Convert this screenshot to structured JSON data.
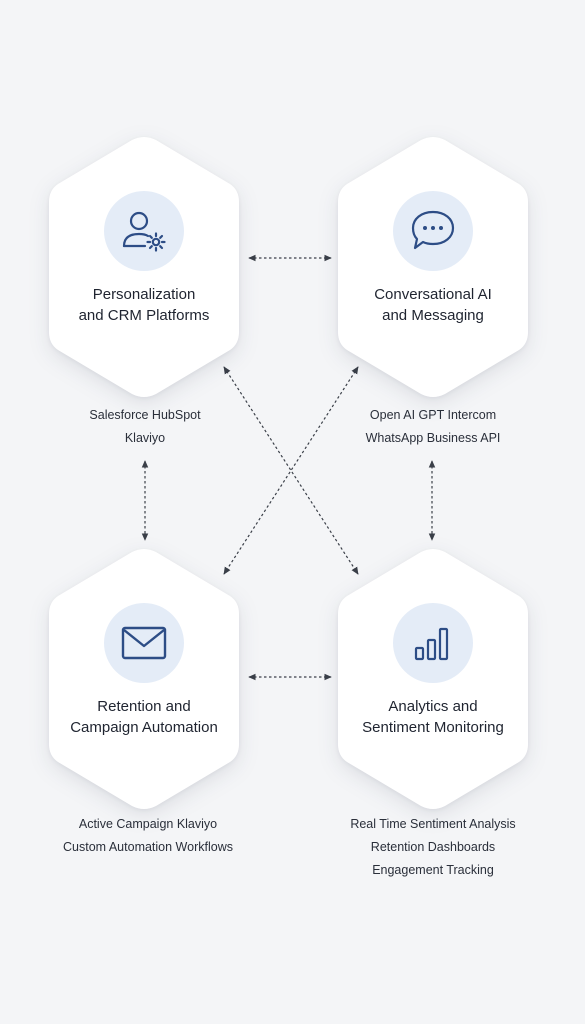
{
  "colors": {
    "accent": "#2d4d86",
    "icon_bg": "#e4ecf7",
    "background": "#f4f5f7",
    "arrow": "#3a3f48"
  },
  "nodes": [
    {
      "id": "personalization",
      "icon": "user-gear-icon",
      "title_lines": [
        "Personalization",
        "and CRM Platforms"
      ],
      "tools": [
        "Salesforce HubSpot",
        "Klaviyo"
      ]
    },
    {
      "id": "conversational",
      "icon": "chat-bubble-icon",
      "title_lines": [
        "Conversational AI",
        "and Messaging"
      ],
      "tools": [
        "Open AI GPT Intercom",
        "WhatsApp Business API"
      ]
    },
    {
      "id": "retention",
      "icon": "envelope-icon",
      "title_lines": [
        "Retention and",
        "Campaign Automation"
      ],
      "tools": [
        "Active Campaign Klaviyo",
        "Custom Automation Workflows"
      ]
    },
    {
      "id": "analytics",
      "icon": "bar-chart-icon",
      "title_lines": [
        "Analytics and",
        "Sentiment Monitoring"
      ],
      "tools": [
        "Real Time Sentiment Analysis",
        "Retention Dashboards",
        "Engagement Tracking"
      ]
    }
  ],
  "connections": [
    {
      "from": "personalization",
      "to": "conversational",
      "bidirectional": true
    },
    {
      "from": "retention",
      "to": "analytics",
      "bidirectional": true
    },
    {
      "from": "personalization",
      "to": "retention",
      "bidirectional": true
    },
    {
      "from": "conversational",
      "to": "analytics",
      "bidirectional": true
    },
    {
      "from": "personalization",
      "to": "analytics",
      "bidirectional": true
    },
    {
      "from": "conversational",
      "to": "retention",
      "bidirectional": true
    }
  ]
}
